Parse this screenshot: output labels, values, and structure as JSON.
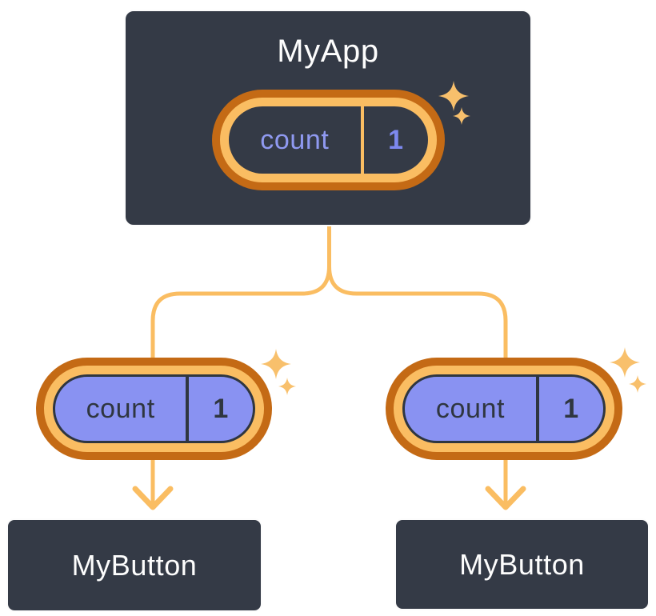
{
  "tree": {
    "root": {
      "label": "MyApp",
      "state": {
        "name": "count",
        "value": "1"
      }
    },
    "children": [
      {
        "label": "MyButton",
        "state": {
          "name": "count",
          "value": "1"
        }
      },
      {
        "label": "MyButton",
        "state": {
          "name": "count",
          "value": "1"
        }
      }
    ]
  },
  "icons": {
    "sparkle": "four-point-star"
  },
  "colors": {
    "background": "#ffffff",
    "node_fill": "#343a46",
    "node_border": "#fcfcfc",
    "node_text": "#fdfdfd",
    "pill_outer_ring": "#c46a15",
    "pill_inner_ring": "#fabd62",
    "pill_fill_root": "#343a46",
    "pill_fill_child": "#8992f2",
    "pill_child_outline": "#2f3640",
    "state_name_root": "#8f99f0",
    "state_value_root": "#7d88ee",
    "state_text_child": "#2f3640",
    "connector": "#fabd62",
    "sparkle": "#f8c06c"
  }
}
